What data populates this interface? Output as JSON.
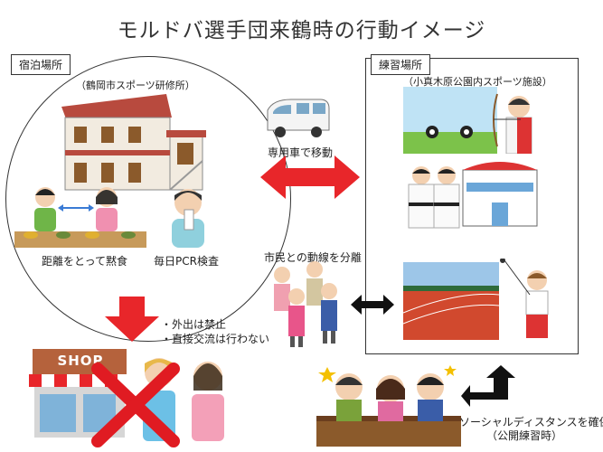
{
  "title": "モルドバ選手団来鶴時の行動イメージ",
  "lodging": {
    "tag": "宿泊場所",
    "facility": "（鶴岡市スポーツ研修所）",
    "caption_eat": "距離をとって黙食",
    "caption_pcr": "毎日PCR検査"
  },
  "practice": {
    "tag": "練習場所",
    "facility": "（小真木原公園内スポーツ施設）"
  },
  "transport": {
    "caption": "専用車で移動"
  },
  "separation": {
    "caption": "市民との動線を分離"
  },
  "rules": {
    "line1": "・外出は禁止",
    "line2": "・直接交流は行わない"
  },
  "shop": {
    "sign": "SHOP"
  },
  "public": {
    "line1": "ソーシャルディスタンスを確保",
    "line2": "（公開練習時）"
  },
  "colors": {
    "red_arrow": "#e8262a",
    "black_arrow": "#111111",
    "cross": "#e01b22"
  }
}
